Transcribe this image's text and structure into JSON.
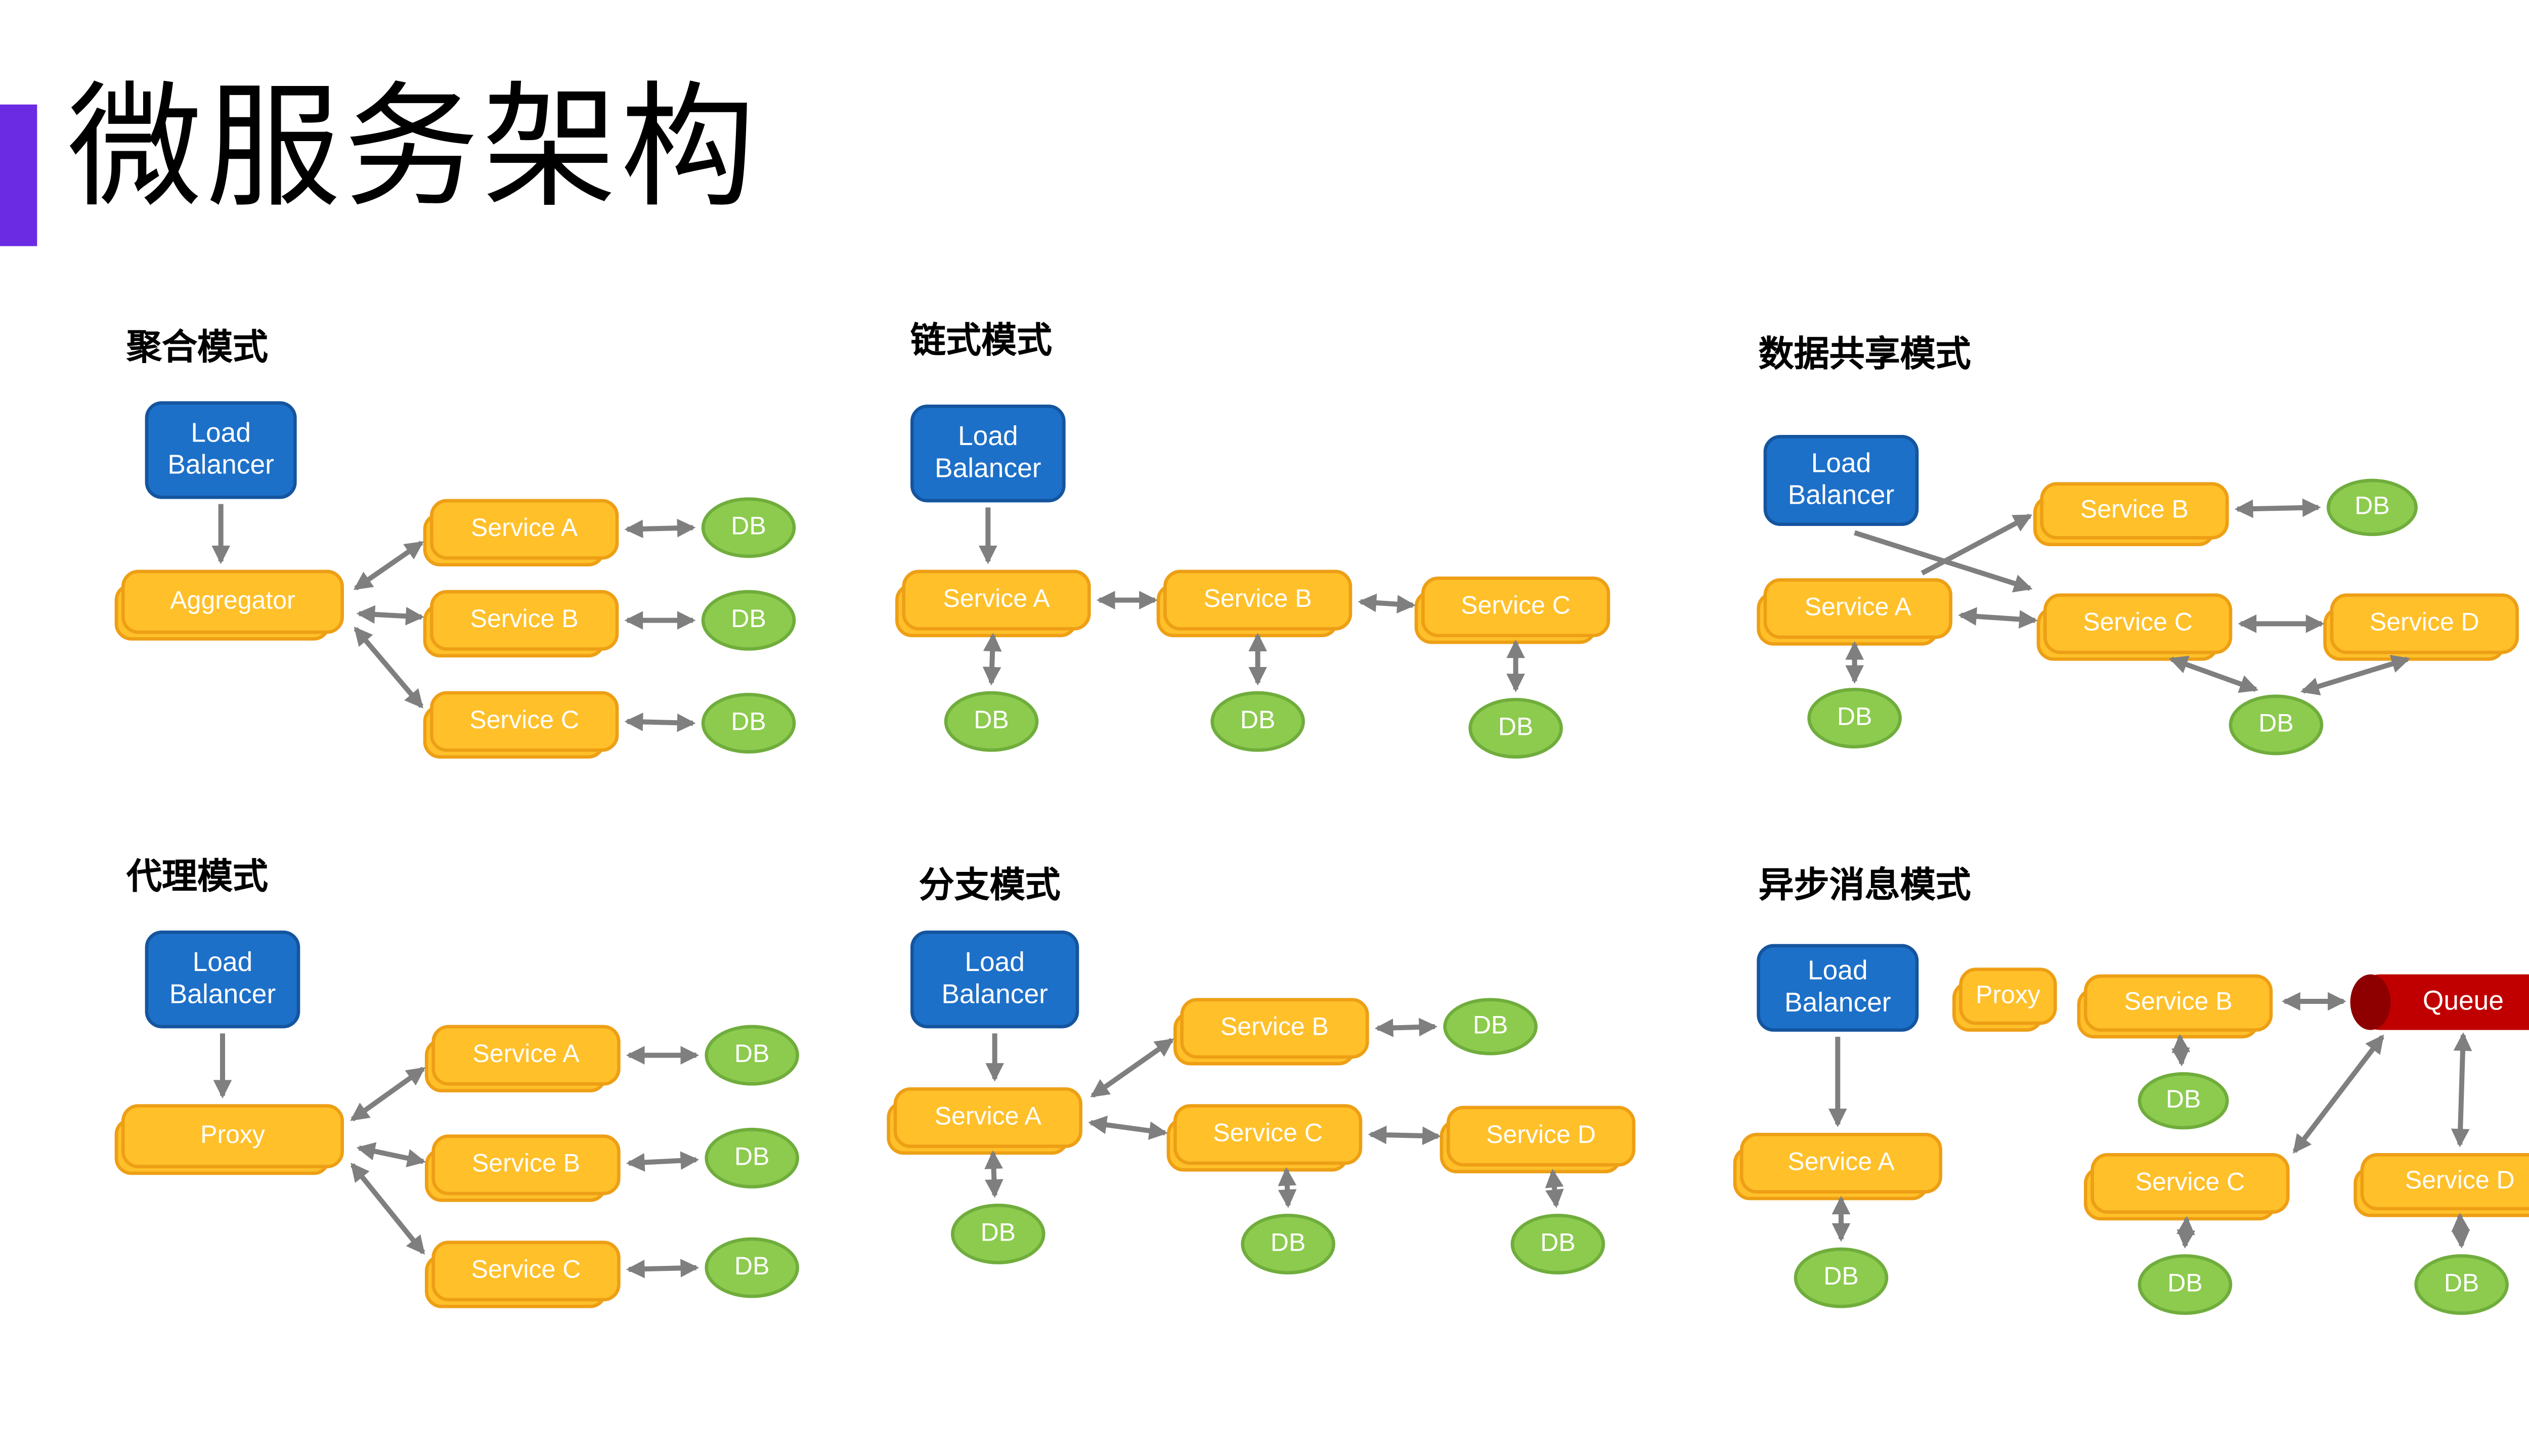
{
  "slide": {
    "title": "微服务架构"
  },
  "colors": {
    "accent_bar": "#6B2BE2",
    "load_balancer_fill": "#1D70C8",
    "service_fill": "#FFC02A",
    "db_fill": "#8CCB4E",
    "queue_fill": "#C00000",
    "arrow": "#7F7F7F"
  },
  "panels": [
    {
      "title": "聚合模式",
      "nodes": {
        "lb": "Load Balancer",
        "aggregator": "Aggregator",
        "svc_a": "Service A",
        "svc_b": "Service B",
        "svc_c": "Service C",
        "db1": "DB",
        "db2": "DB",
        "db3": "DB"
      }
    },
    {
      "title": "链式模式",
      "nodes": {
        "lb": "Load Balancer",
        "svc_a": "Service A",
        "svc_b": "Service B",
        "svc_c": "Service C",
        "db1": "DB",
        "db2": "DB",
        "db3": "DB"
      }
    },
    {
      "title": "数据共享模式",
      "nodes": {
        "lb": "Load Balancer",
        "svc_a": "Service A",
        "svc_b": "Service B",
        "svc_c": "Service C",
        "svc_d": "Service D",
        "db_a": "DB",
        "db_b": "DB",
        "db_shared": "DB"
      }
    },
    {
      "title": "代理模式",
      "nodes": {
        "lb": "Load Balancer",
        "proxy": "Proxy",
        "svc_a": "Service A",
        "svc_b": "Service B",
        "svc_c": "Service C",
        "db1": "DB",
        "db2": "DB",
        "db3": "DB"
      }
    },
    {
      "title": "分支模式",
      "nodes": {
        "lb": "Load Balancer",
        "svc_a": "Service A",
        "svc_b": "Service B",
        "svc_c": "Service C",
        "svc_d": "Service D",
        "db_a": "DB",
        "db_b": "DB",
        "db_c": "DB",
        "db_d": "DB"
      }
    },
    {
      "title": "异步消息模式",
      "nodes": {
        "lb": "Load Balancer",
        "proxy": "Proxy",
        "queue": "Queue",
        "svc_a": "Service A",
        "svc_b": "Service B",
        "svc_c": "Service C",
        "svc_d": "Service D",
        "db_a": "DB",
        "db_b": "DB",
        "db_c": "DB",
        "db_d": "DB"
      }
    }
  ]
}
